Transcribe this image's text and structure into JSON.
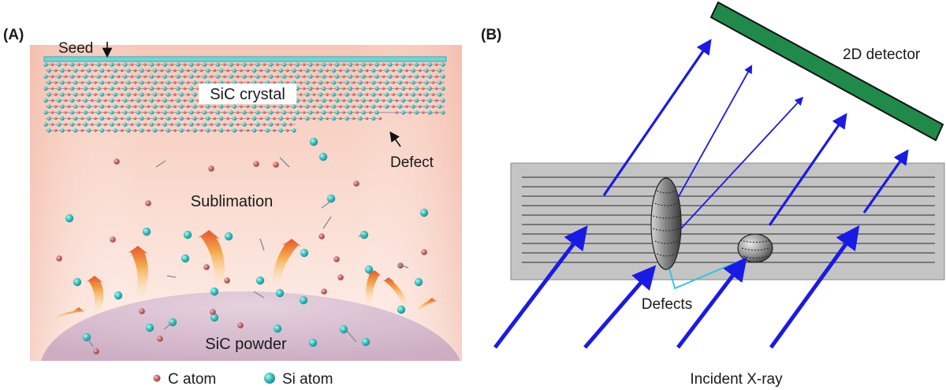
{
  "panel_a": {
    "label": "(A)",
    "seed_label": "Seed",
    "crystal_label": "SiC crystal",
    "defect_label": "Defect",
    "sublimation_label": "Sublimation",
    "powder_label": "SiC powder",
    "legend": {
      "c_atom": "C atom",
      "si_atom": "Si atom"
    }
  },
  "panel_b": {
    "label": "(B)",
    "detector_label": "2D detector",
    "defects_label": "Defects",
    "incident_label": "Incident X-ray"
  },
  "colors": {
    "si_atom": "#3cc3c3",
    "c_atom": "#c86a6a",
    "xray": "#1a1ae6",
    "detector": "#1f8a4a",
    "sample": "#c4c4c4",
    "defect_pointer": "#22c8d8",
    "background_gradient": [
      "#f7c9b8",
      "#fff3ee"
    ]
  }
}
